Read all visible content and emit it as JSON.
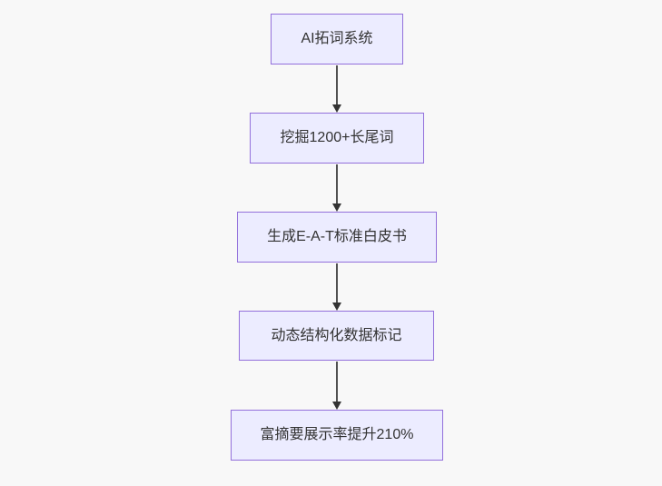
{
  "page": {
    "background_color": "#f8f8f8"
  },
  "flowchart": {
    "type": "vertical-flow",
    "colors": {
      "node_fill": "#ECECFF",
      "node_border": "#9370DB",
      "text": "#333333",
      "arrow": "#333333"
    },
    "nodes": [
      {
        "label": "AI拓词系统"
      },
      {
        "label": "挖掘1200+长尾词"
      },
      {
        "label": "生成E-A-T标准白皮书"
      },
      {
        "label": "动态结构化数据标记"
      },
      {
        "label": "富摘要展示率提升210%"
      }
    ],
    "edges": [
      {
        "from": 0,
        "to": 1
      },
      {
        "from": 1,
        "to": 2
      },
      {
        "from": 2,
        "to": 3
      },
      {
        "from": 3,
        "to": 4
      }
    ]
  }
}
